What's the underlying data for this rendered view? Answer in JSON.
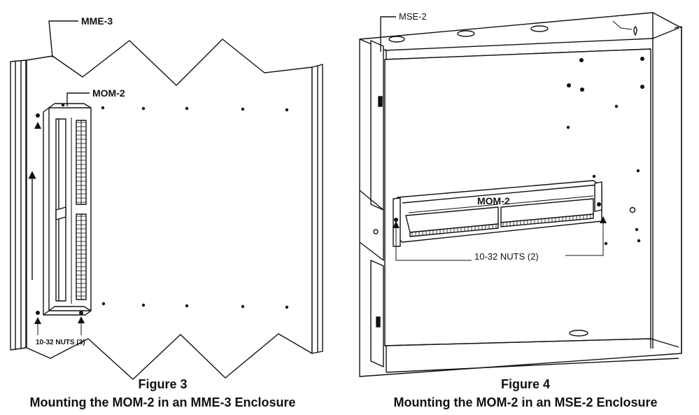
{
  "figure3": {
    "enclosure_label": "MME-3",
    "module_label": "MOM-2",
    "nuts_label": "10-32 NUTS (3)",
    "caption_number": "Figure 3",
    "caption_text": "Mounting the MOM-2 in an MME-3 Enclosure"
  },
  "figure4": {
    "enclosure_label": "MSE-2",
    "module_label": "MOM-2",
    "nuts_label": "10-32 NUTS (2)",
    "caption_number": "Figure 4",
    "caption_text": "Mounting the MOM-2 in an MSE-2 Enclosure"
  }
}
